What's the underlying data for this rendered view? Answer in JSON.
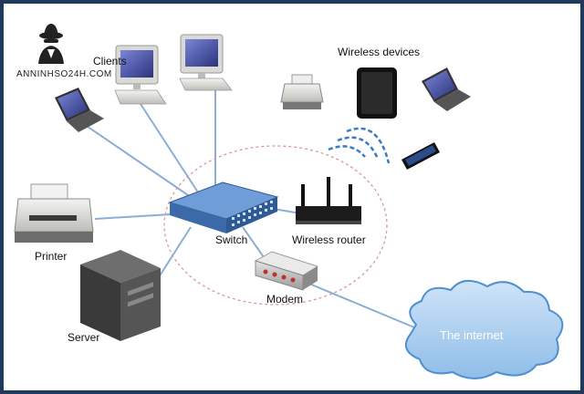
{
  "labels": {
    "clients": "Clients",
    "wireless_devices": "Wireless devices",
    "printer": "Printer",
    "switch": "Switch",
    "wireless_router": "Wireless router",
    "modem": "Modem",
    "server": "Server",
    "internet": "The internet"
  },
  "watermark": {
    "text": "ANNINHSO24H.COM"
  },
  "colors": {
    "link": "#8aaed6",
    "dashed_circle": "#d79a9a",
    "cloud_fill": "#a9cdf0",
    "cloud_stroke": "#4f8fd0",
    "switch_body": "#4a78b8",
    "background": "#ffffff",
    "border": "#1f3a5c"
  }
}
